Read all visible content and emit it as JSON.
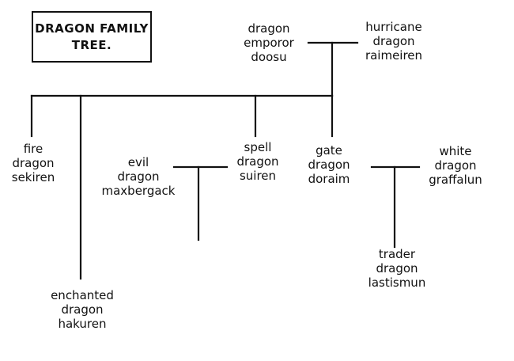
{
  "title": {
    "line1": "DRAGON FAMILY",
    "line2": "TREE."
  },
  "nodes": {
    "doosu": [
      "dragon",
      "emporor",
      "doosu"
    ],
    "raimeiren": [
      "hurricane",
      "dragon",
      "raimeiren"
    ],
    "sekiren": [
      "fire",
      "dragon",
      "sekiren"
    ],
    "maxbergack": [
      "evil",
      "dragon",
      "maxbergack"
    ],
    "suiren": [
      "spell",
      "dragon",
      "suiren"
    ],
    "doraim": [
      "gate",
      "dragon",
      "doraim"
    ],
    "graffalun": [
      "white",
      "dragon",
      "graffalun"
    ],
    "lastismun": [
      "trader",
      "dragon",
      "lastismun"
    ],
    "hakuren": [
      "enchanted",
      "dragon",
      "hakuren"
    ]
  }
}
